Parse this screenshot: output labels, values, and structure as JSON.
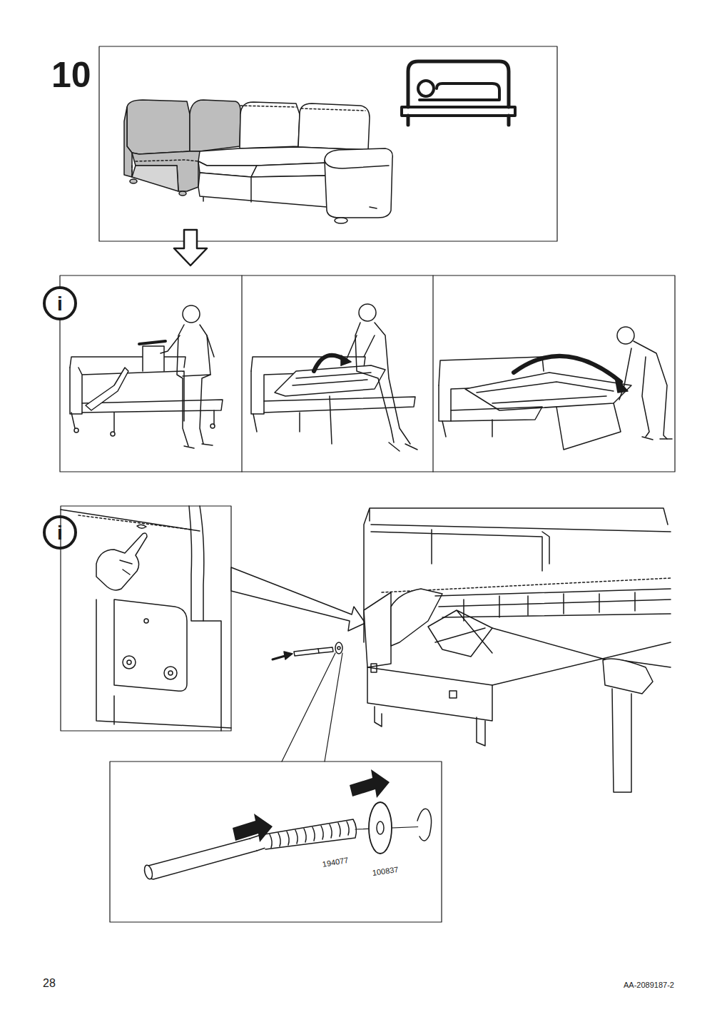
{
  "diagram": {
    "labels": [
      "10",
      "i",
      "i",
      "194077",
      "100837",
      "28",
      "AA-2089187-2"
    ]
  }
}
